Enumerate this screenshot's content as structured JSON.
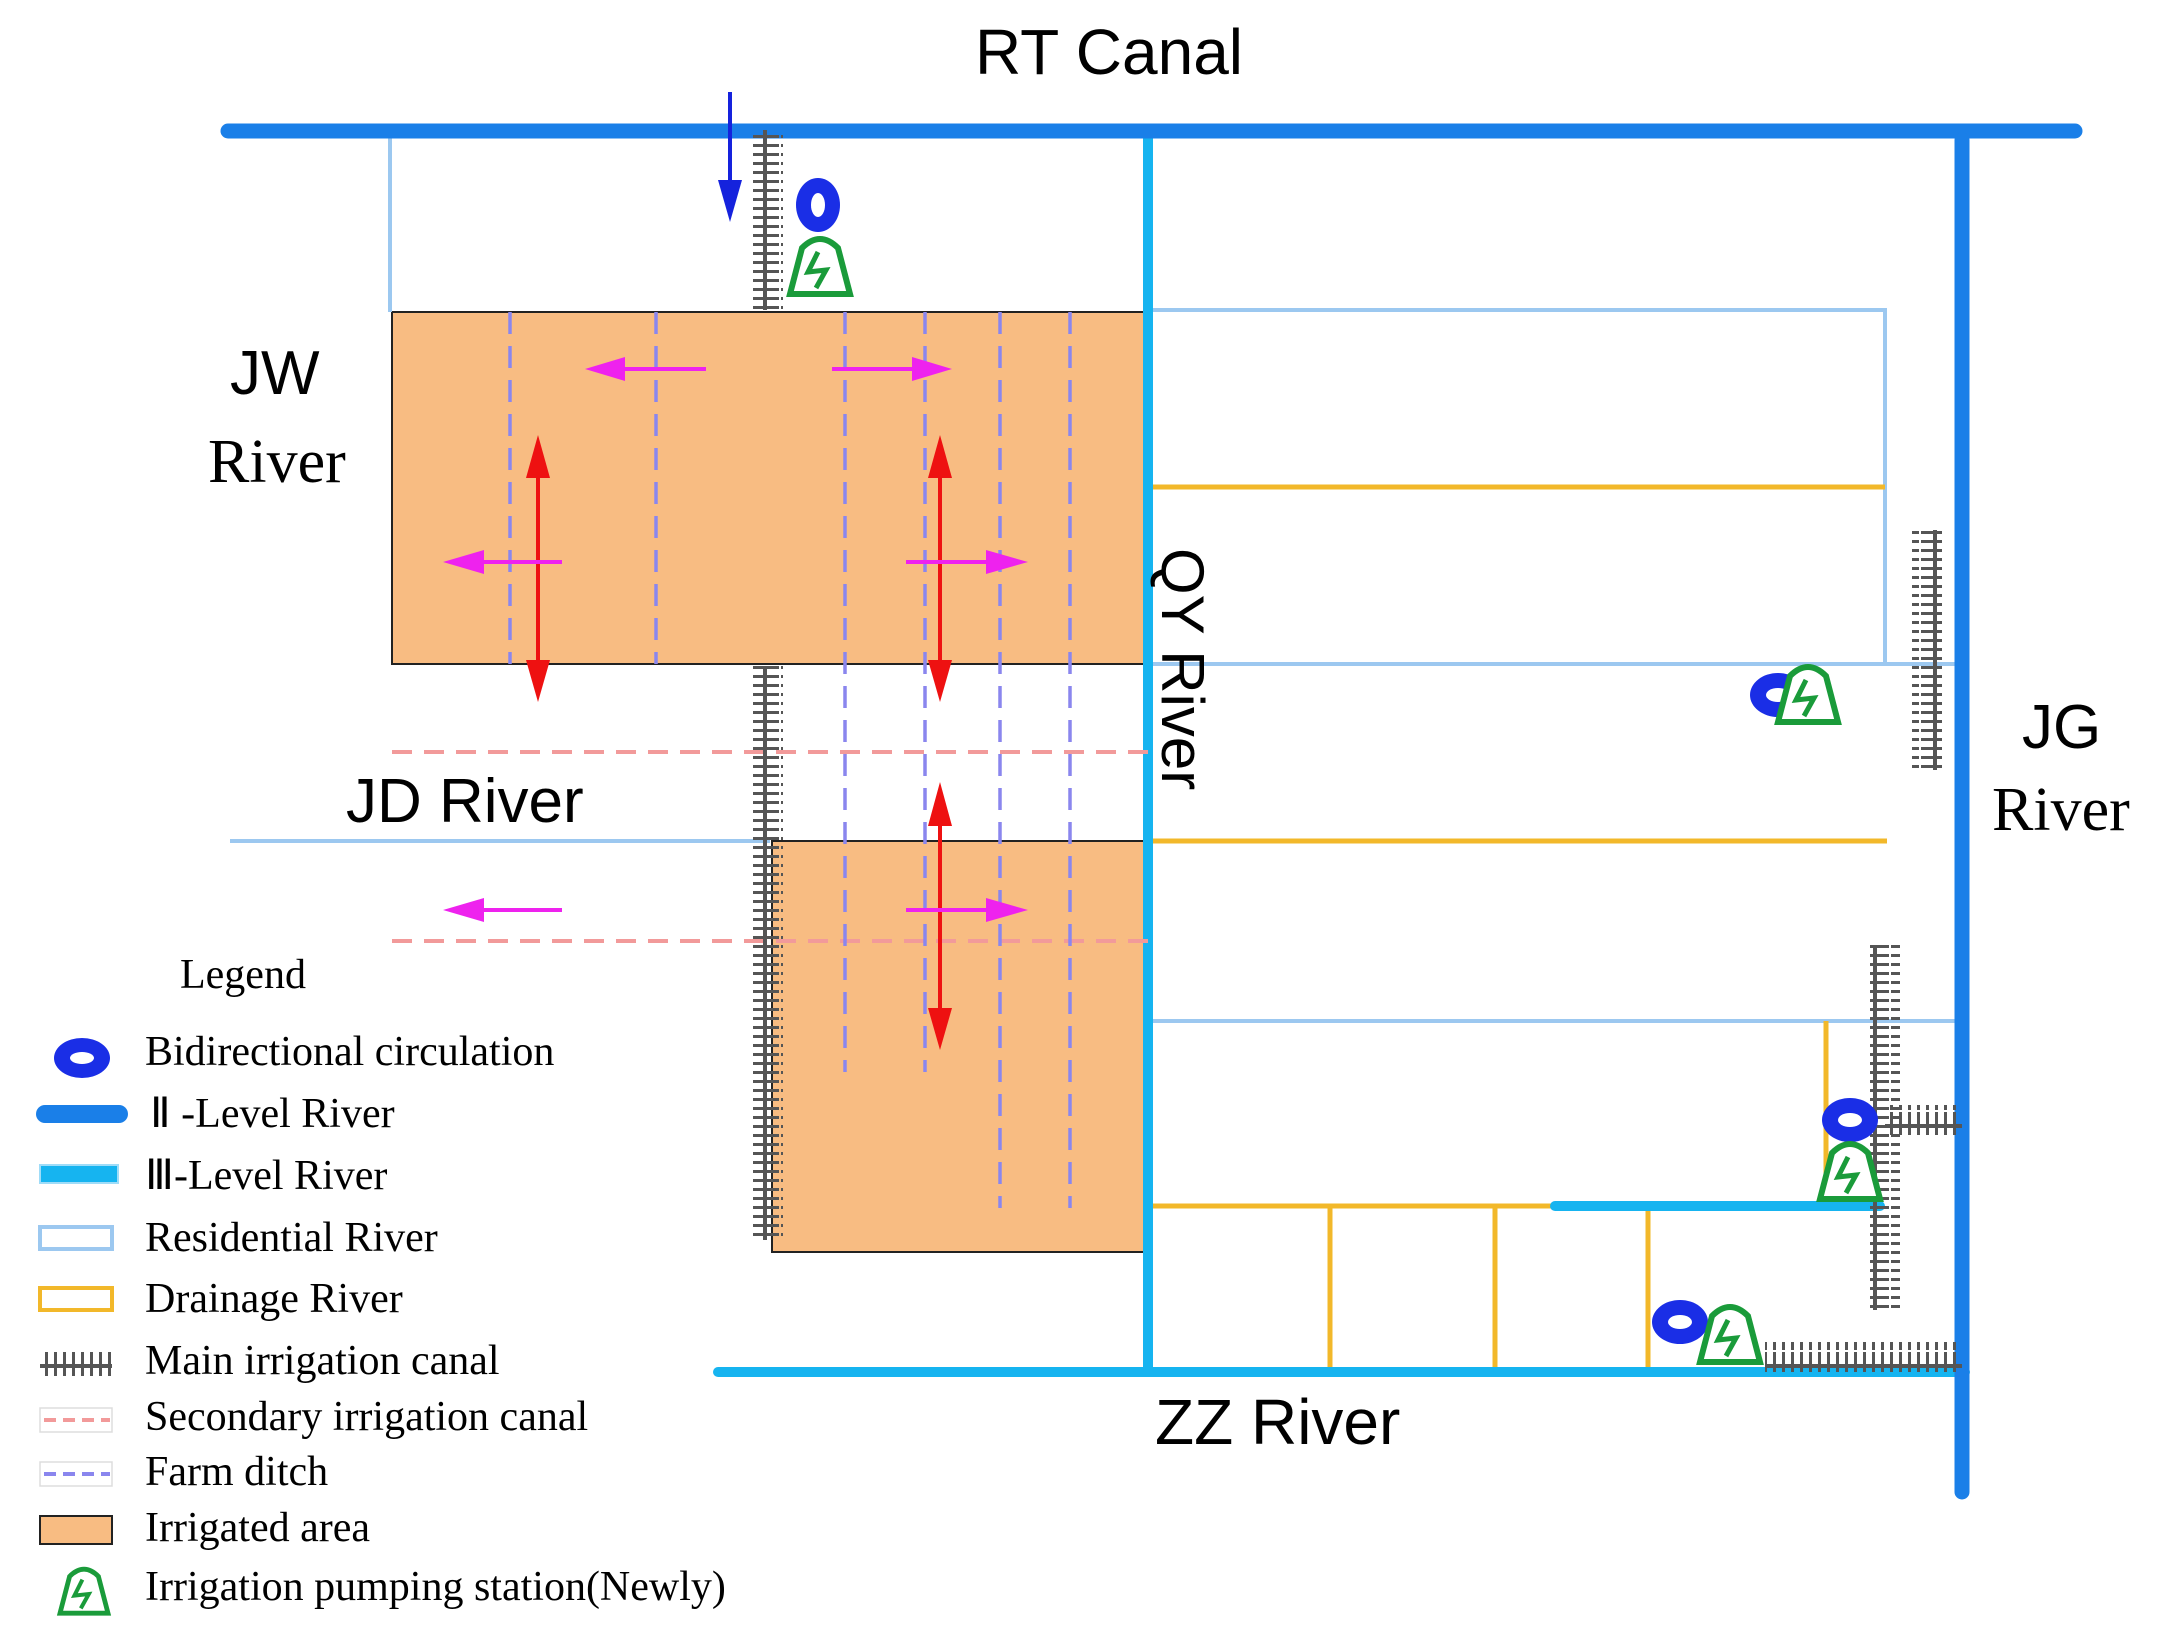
{
  "labels": {
    "rt_canal": "RT Canal",
    "jw_river_line1": "JW",
    "jw_river_line2": "River",
    "jd_river": "JD River",
    "qy_river": "QY River",
    "jg_river_line1": "JG",
    "jg_river_line2": "River",
    "zz_river": "ZZ River"
  },
  "legend": {
    "title": "Legend",
    "items": [
      {
        "key": "bidirectional",
        "label": "Bidirectional circulation",
        "icon": "bidirectional-circulation-icon"
      },
      {
        "key": "level2",
        "label": "Ⅱ -Level River",
        "icon": "level-2-river-swatch"
      },
      {
        "key": "level3",
        "label": "Ⅲ-Level River",
        "icon": "level-3-river-swatch"
      },
      {
        "key": "residential",
        "label": "Residential River",
        "icon": "residential-river-swatch"
      },
      {
        "key": "drainage",
        "label": "Drainage River",
        "icon": "drainage-river-swatch"
      },
      {
        "key": "main_canal",
        "label": "Main irrigation canal",
        "icon": "main-canal-swatch"
      },
      {
        "key": "secondary_canal",
        "label": "Secondary irrigation canal",
        "icon": "secondary-canal-swatch"
      },
      {
        "key": "farm_ditch",
        "label": "Farm ditch",
        "icon": "farm-ditch-swatch"
      },
      {
        "key": "irrigated_area",
        "label": "Irrigated area",
        "icon": "irrigated-area-swatch"
      },
      {
        "key": "pumping_station",
        "label": "Irrigation pumping station(Newly)",
        "icon": "pumping-station-icon"
      }
    ]
  },
  "colors": {
    "level2_river": "#1a7fe8",
    "level3_river": "#16b4f0",
    "residential_river": "#9cc8f0",
    "drainage_river": "#f2b82a",
    "main_canal": "#555555",
    "secondary_canal": "#f29a9a",
    "farm_ditch": "#8a86ee",
    "irrigated_area": "#f8bc82",
    "flow_vertical": "#ee1111",
    "flow_horizontal": "#ee22ee",
    "inflow": "#1522dd",
    "bidirectional_icon": "#1a2ee6",
    "pump_icon": "#1a9b3a"
  }
}
